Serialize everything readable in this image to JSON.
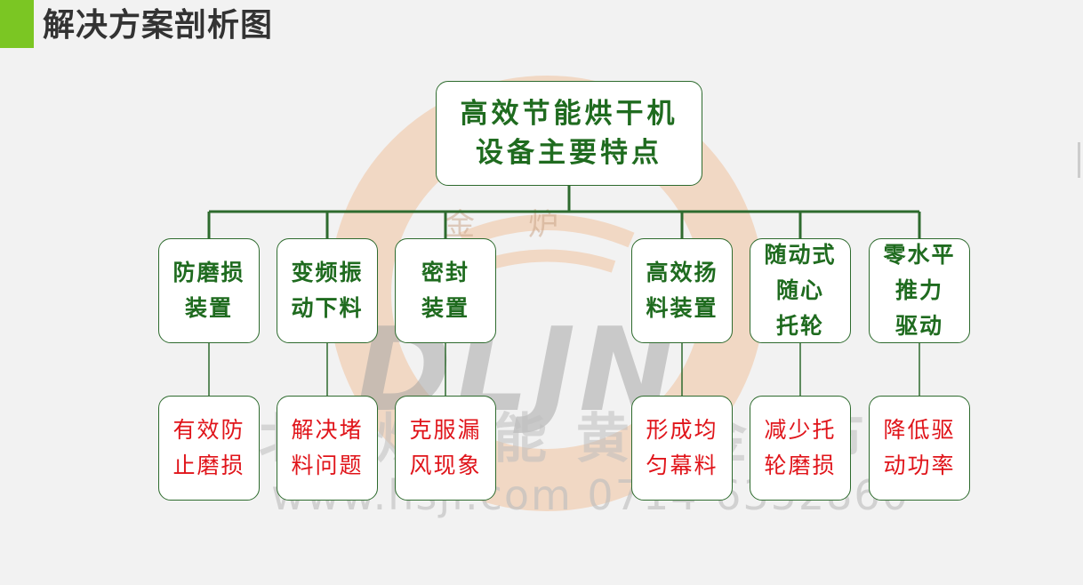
{
  "page": {
    "title": "解决方案剖析图",
    "accent_color": "#7bc623"
  },
  "watermark": {
    "brand": "DLJN",
    "company": "湖北金炉节能 黄石金炉节能",
    "url": "www.hsjl.com  0714-6352860",
    "chars": "金炉"
  },
  "diagram": {
    "root": {
      "lines": [
        "高效节能烘干机",
        "设备主要特点"
      ]
    },
    "features": [
      {
        "lines": [
          "防磨损",
          "装置"
        ]
      },
      {
        "lines": [
          "变频振",
          "动下料"
        ]
      },
      {
        "lines": [
          "密封",
          "装置"
        ]
      },
      {
        "lines": [
          "高效扬",
          "料装置"
        ]
      },
      {
        "lines": [
          "随动式",
          "随心",
          "托轮"
        ]
      },
      {
        "lines": [
          "零水平",
          "推力",
          "驱动"
        ]
      }
    ],
    "benefits": [
      {
        "lines": [
          "有效防",
          "止磨损"
        ]
      },
      {
        "lines": [
          "解决堵",
          "料问题"
        ]
      },
      {
        "lines": [
          "克服漏",
          "风现象"
        ]
      },
      {
        "lines": [
          "形成均",
          "匀幕料"
        ]
      },
      {
        "lines": [
          "减少托",
          "轮磨损"
        ]
      },
      {
        "lines": [
          "降低驱",
          "动功率"
        ]
      }
    ],
    "colors": {
      "connector": "#2e6b2e",
      "feature_text": "#1f6b1f",
      "benefit_text": "#e0141a"
    }
  }
}
